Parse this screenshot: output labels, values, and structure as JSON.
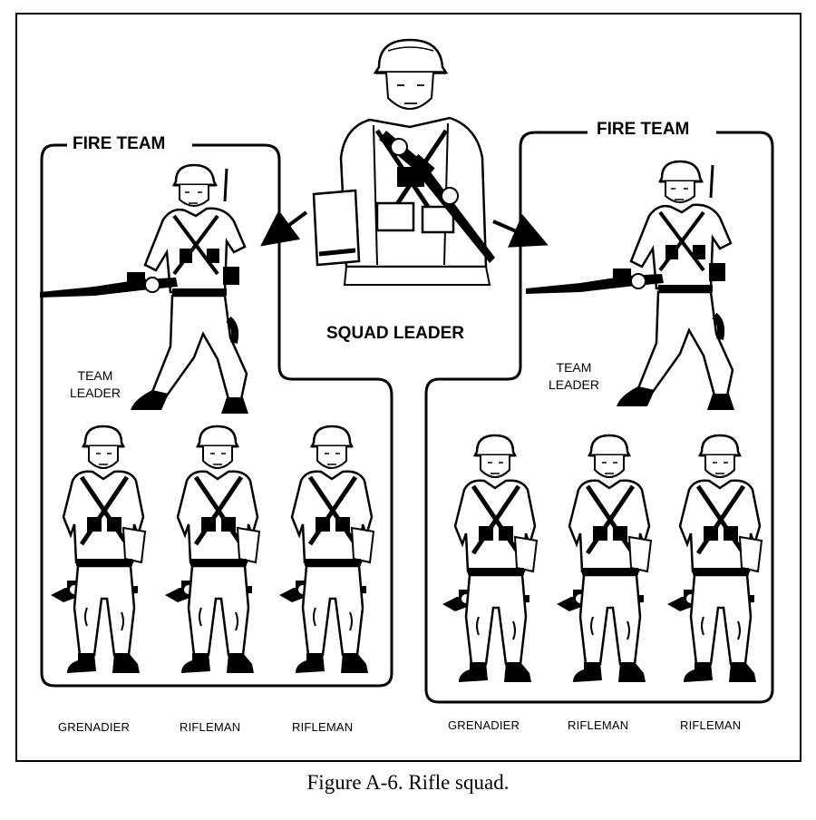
{
  "figure": {
    "caption": "Figure A-6. Rifle squad.",
    "squad_leader": "SQUAD LEADER",
    "fire_teams": [
      {
        "title": "FIRE TEAM",
        "leader_label": [
          "TEAM",
          "LEADER"
        ],
        "members": [
          "GRENADIER",
          "RIFLEMAN",
          "RIFLEMAN"
        ]
      },
      {
        "title": "FIRE TEAM",
        "leader_label": [
          "TEAM",
          "LEADER"
        ],
        "members": [
          "GRENADIER",
          "RIFLEMAN",
          "RIFLEMAN"
        ]
      }
    ],
    "icons": [
      "squad-leader-soldier-icon",
      "team-leader-soldier-icon",
      "team-member-soldier-icon",
      "arrow-icon"
    ]
  }
}
